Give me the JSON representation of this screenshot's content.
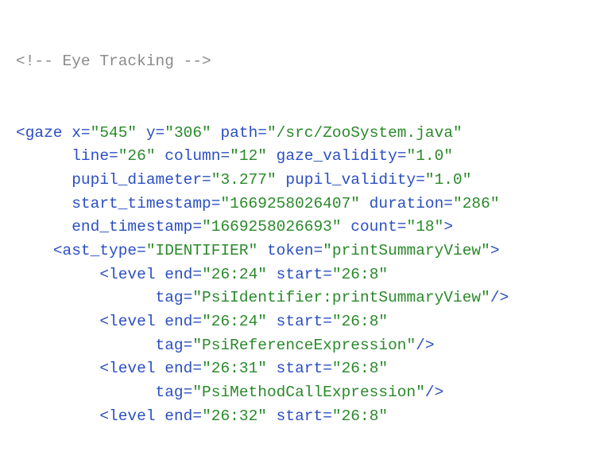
{
  "code": {
    "comment": "<!-- Eye Tracking -->",
    "lines": [
      {
        "indent": "",
        "parts": [
          {
            "t": "tg",
            "s": "<gaze "
          },
          {
            "t": "at",
            "s": "x="
          },
          {
            "t": "vl",
            "s": "\"545\""
          },
          {
            "t": "at",
            "s": " y="
          },
          {
            "t": "vl",
            "s": "\"306\""
          },
          {
            "t": "at",
            "s": " path="
          },
          {
            "t": "vl",
            "s": "\"/src/ZooSystem.java\""
          }
        ]
      },
      {
        "indent": "      ",
        "parts": [
          {
            "t": "at",
            "s": "line="
          },
          {
            "t": "vl",
            "s": "\"26\""
          },
          {
            "t": "at",
            "s": " column="
          },
          {
            "t": "vl",
            "s": "\"12\""
          },
          {
            "t": "at",
            "s": " gaze_validity="
          },
          {
            "t": "vl",
            "s": "\"1.0\""
          }
        ]
      },
      {
        "indent": "      ",
        "parts": [
          {
            "t": "at",
            "s": "pupil_diameter="
          },
          {
            "t": "vl",
            "s": "\"3.277\""
          },
          {
            "t": "at",
            "s": " pupil_validity="
          },
          {
            "t": "vl",
            "s": "\"1.0\""
          }
        ]
      },
      {
        "indent": "      ",
        "parts": [
          {
            "t": "at",
            "s": "start_timestamp="
          },
          {
            "t": "vl",
            "s": "\"1669258026407\""
          },
          {
            "t": "at",
            "s": " duration="
          },
          {
            "t": "vl",
            "s": "\"286\""
          }
        ]
      },
      {
        "indent": "      ",
        "parts": [
          {
            "t": "at",
            "s": "end_timestamp="
          },
          {
            "t": "vl",
            "s": "\"1669258026693\""
          },
          {
            "t": "at",
            "s": " count="
          },
          {
            "t": "vl",
            "s": "\"18\""
          },
          {
            "t": "tg",
            "s": ">"
          }
        ]
      },
      {
        "indent": "    ",
        "parts": [
          {
            "t": "tg",
            "s": "<ast_type="
          },
          {
            "t": "vl",
            "s": "\"IDENTIFIER\""
          },
          {
            "t": "at",
            "s": " token="
          },
          {
            "t": "vl",
            "s": "\"printSummaryView\""
          },
          {
            "t": "tg",
            "s": ">"
          }
        ]
      },
      {
        "indent": "         ",
        "parts": [
          {
            "t": "tg",
            "s": "<level "
          },
          {
            "t": "at",
            "s": "end="
          },
          {
            "t": "vl",
            "s": "\"26:24\""
          },
          {
            "t": "at",
            "s": " start="
          },
          {
            "t": "vl",
            "s": "\"26:8\""
          }
        ]
      },
      {
        "indent": "               ",
        "parts": [
          {
            "t": "at",
            "s": "tag="
          },
          {
            "t": "vl",
            "s": "\"PsiIdentifier:printSummaryView\""
          },
          {
            "t": "tg",
            "s": "/>"
          }
        ]
      },
      {
        "indent": "         ",
        "parts": [
          {
            "t": "tg",
            "s": "<level "
          },
          {
            "t": "at",
            "s": "end="
          },
          {
            "t": "vl",
            "s": "\"26:24\""
          },
          {
            "t": "at",
            "s": " start="
          },
          {
            "t": "vl",
            "s": "\"26:8\""
          }
        ]
      },
      {
        "indent": "               ",
        "parts": [
          {
            "t": "at",
            "s": "tag="
          },
          {
            "t": "vl",
            "s": "\"PsiReferenceExpression\""
          },
          {
            "t": "tg",
            "s": "/>"
          }
        ]
      },
      {
        "indent": "         ",
        "parts": [
          {
            "t": "tg",
            "s": "<level "
          },
          {
            "t": "at",
            "s": "end="
          },
          {
            "t": "vl",
            "s": "\"26:31\""
          },
          {
            "t": "at",
            "s": " start="
          },
          {
            "t": "vl",
            "s": "\"26:8\""
          }
        ]
      },
      {
        "indent": "               ",
        "parts": [
          {
            "t": "at",
            "s": "tag="
          },
          {
            "t": "vl",
            "s": "\"PsiMethodCallExpression\""
          },
          {
            "t": "tg",
            "s": "/>"
          }
        ]
      },
      {
        "indent": "         ",
        "parts": [
          {
            "t": "tg",
            "s": "<level "
          },
          {
            "t": "at",
            "s": "end="
          },
          {
            "t": "vl",
            "s": "\"26:32\""
          },
          {
            "t": "at",
            "s": " start="
          },
          {
            "t": "vl",
            "s": "\"26:8\""
          }
        ]
      }
    ]
  },
  "colors": {
    "comment": "#8a8a8a",
    "tag": "#2b4fc2",
    "value": "#2a8a2a",
    "background": "#ffffff"
  }
}
